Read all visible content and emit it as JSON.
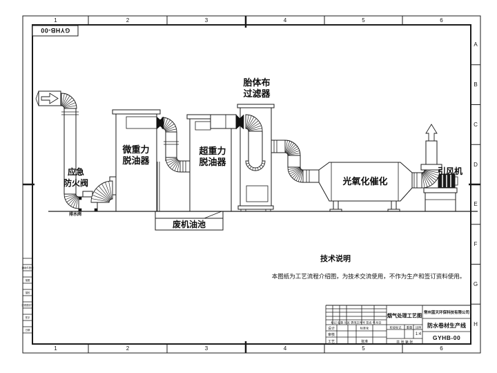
{
  "sheet": {
    "top_ruler": [
      "1",
      "2",
      "3",
      "4",
      "5",
      "6"
    ],
    "bottom_ruler": [
      "1",
      "2",
      "3",
      "4",
      "5",
      "6"
    ],
    "side_ruler": [
      "A",
      "B",
      "C",
      "D",
      "E",
      "F",
      "G",
      "H"
    ],
    "corner_code": "GYHB-00",
    "margin_labels": [
      "通用件登记",
      "描图",
      "描校",
      "旧底图总号",
      "签字",
      "日期"
    ]
  },
  "diagram": {
    "labels": {
      "emergency_valve": "应急\n防火阀",
      "drain_valve": "排水阀",
      "micro_gravity": "微重力\n脱油器",
      "super_gravity": "超重力\n脱油器",
      "body_cloth_filter": "胎体布\n过滤器",
      "photo_oxidation": "光氧化催化",
      "induced_fan": "引风机",
      "waste_oil_pool": "废机油池"
    },
    "notes": {
      "title": "技术说明",
      "body": "本图纸为工艺流程介绍图，为技术交流使用，不作为生产和签订资料使用。"
    }
  },
  "title_block": {
    "drawing_title": "烟气处理工艺图",
    "company": "常州蓝天环保科技有限公司",
    "project": "防水卷材生产线",
    "drawing_no": "GYHB-00",
    "revision_header": "标记 处数 分区 更改文件号 签名 年月日",
    "design_label": "设计",
    "standardization_label": "标准化",
    "check_label": "审核",
    "process_label": "工艺",
    "approve_label": "批准",
    "stage_label": "阶段标记",
    "weight_label": "重量",
    "scale_label": "比例",
    "scale_value": "1:4",
    "sheet_info": "共  张  第  张"
  }
}
